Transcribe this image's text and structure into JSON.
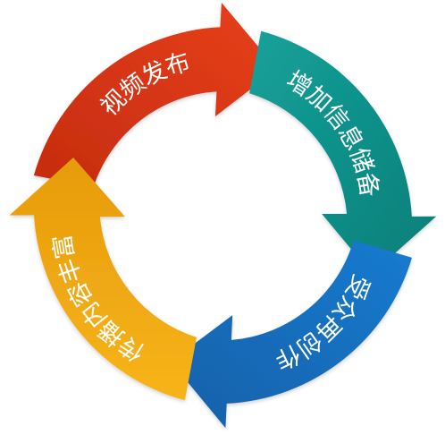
{
  "diagram": {
    "segments": [
      {
        "label": "视频发布",
        "color": "#e8401c",
        "color_dark": "#c42c0e"
      },
      {
        "label": "增加信息储备",
        "color": "#14a19a",
        "color_dark": "#0b7e78"
      },
      {
        "label": "受众再创作",
        "color": "#1a7bd0",
        "color_dark": "#1160a8"
      },
      {
        "label": "传播内容丰富",
        "color": "#f7b41a",
        "color_dark": "#e79b0b"
      }
    ]
  }
}
